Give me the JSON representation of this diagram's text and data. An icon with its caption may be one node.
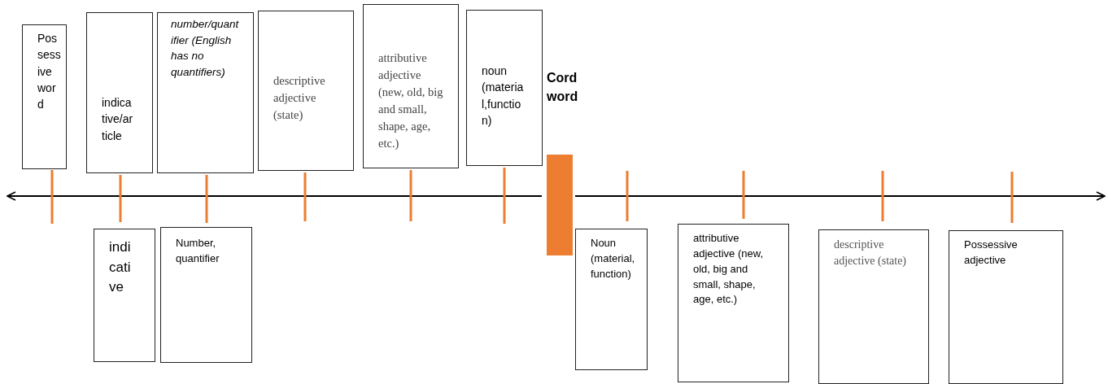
{
  "diagram": {
    "nodes": [
      {
        "text": [
          "Possessive word"
        ]
      },
      {
        "text": [
          "indicative/article"
        ]
      },
      {
        "text": [
          "number/quantifier (English has no quantifiers)"
        ]
      },
      {
        "text": [
          "descriptive adjective (state)"
        ]
      },
      {
        "text": [
          "attributive adjective (new, old, big and small, shape, age, etc.)"
        ]
      },
      {
        "text": [
          "noun (material,function)"
        ]
      },
      {
        "text": [],
        "shape": "bar"
      },
      {
        "text": [
          "indicative"
        ]
      },
      {
        "text": [
          "Number, quantifier"
        ]
      },
      {
        "text": [
          "Noun (material, function)"
        ]
      },
      {
        "text": [
          "attributive adjective (new, old, big and small, shape, age, etc.)"
        ]
      },
      {
        "text": [
          "descriptive adjective (state)"
        ]
      },
      {
        "text": [
          "Possessive adjective"
        ]
      }
    ],
    "labels": [
      "Cord word"
    ]
  }
}
